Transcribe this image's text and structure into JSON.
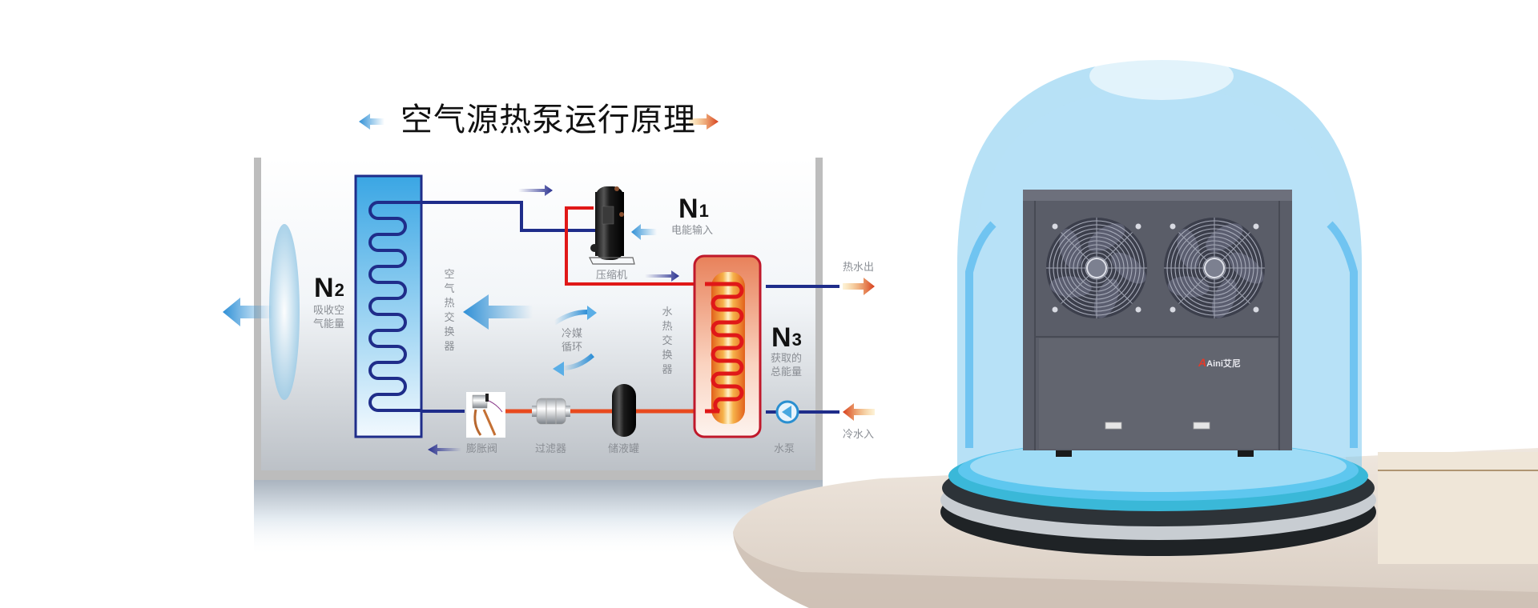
{
  "title": "空气源热泵运行原理",
  "colors": {
    "refrigerant_cold": "#1f2d8a",
    "refrigerant_hot": "#e01818",
    "liquid_line": "#e84a1e",
    "air_coil_fill": "#3aa8e6",
    "water_tank_border": "#c0182a",
    "arrow_cold": "#3a9ad9",
    "arrow_hot": "#d63a1a"
  },
  "diagram": {
    "n1": {
      "label": "N",
      "sub": "1",
      "desc": "电能输入"
    },
    "n2": {
      "label": "N",
      "sub": "2",
      "desc_line1": "吸收空",
      "desc_line2": "气能量"
    },
    "n3": {
      "label": "N",
      "sub": "3",
      "desc_line1": "获取的",
      "desc_line2": "总能量"
    },
    "air_exchanger_label": "空气热交换器",
    "water_exchanger_label": "水热交换器",
    "refrigerant_cycle_line1": "冷媒",
    "refrigerant_cycle_line2": "循环",
    "components": {
      "compressor": "压缩机",
      "expansion_valve": "膨胀阀",
      "filter": "过滤器",
      "receiver": "储液罐",
      "water_pump": "水泵"
    },
    "hot_water_out": "热水出",
    "cold_water_in": "冷水入"
  },
  "product": {
    "brand_mark": "A",
    "brand_name": "Aini艾尼",
    "fan_count": 2
  }
}
